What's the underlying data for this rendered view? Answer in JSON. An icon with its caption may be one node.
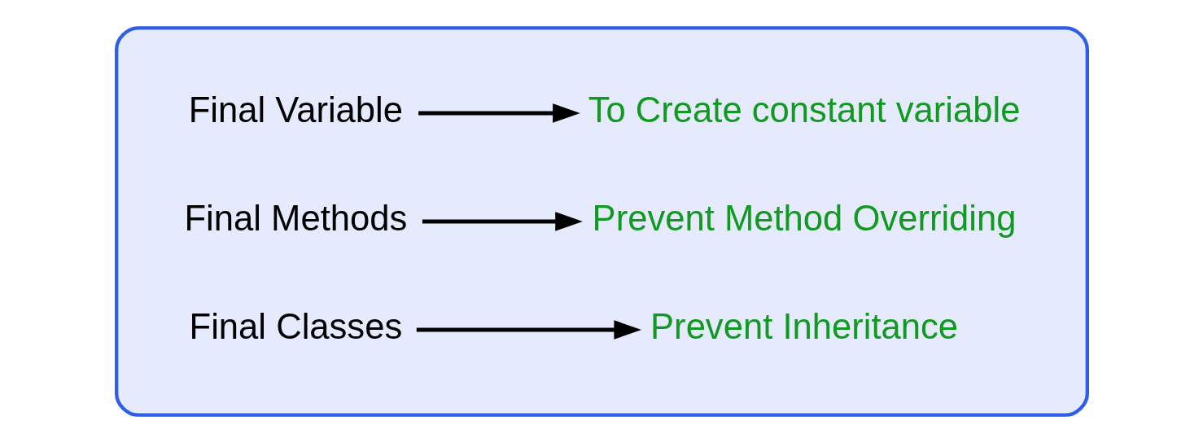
{
  "diagram": {
    "nodes": [
      {
        "text": [],
        "shape": "box"
      },
      {
        "text": [
          "Final Variable"
        ],
        "in": 0
      },
      {
        "text": [
          "To Create constant variable"
        ],
        "in": 0
      },
      {
        "text": [
          "Final Methods"
        ],
        "in": 0
      },
      {
        "text": [
          "Prevent Method Overriding"
        ],
        "in": 0
      },
      {
        "text": [
          "Final Classes"
        ],
        "in": 0
      },
      {
        "text": [
          "Prevent Inheritance"
        ],
        "in": 0
      }
    ],
    "edges": [
      {
        "from": 1,
        "to": 2,
        "arrow": "to"
      },
      {
        "from": 3,
        "to": 4,
        "arrow": "to"
      },
      {
        "from": 5,
        "to": 6,
        "arrow": "to"
      }
    ]
  }
}
